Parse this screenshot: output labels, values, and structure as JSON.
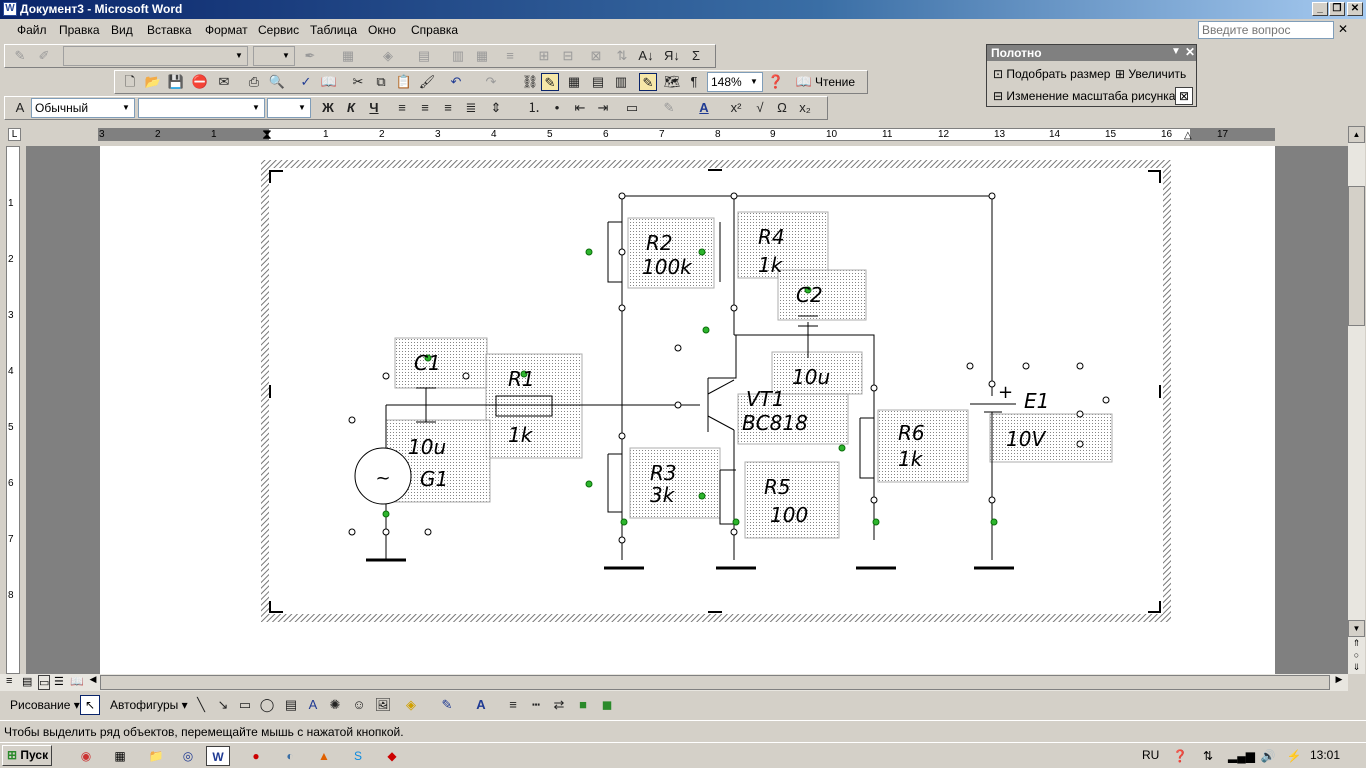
{
  "window": {
    "title": "Документ3 - Microsoft Word",
    "app_icon": "W"
  },
  "menu": {
    "items": [
      "Файл",
      "Правка",
      "Вид",
      "Вставка",
      "Формат",
      "Сервис",
      "Таблица",
      "Окно",
      "Справка"
    ],
    "ask_placeholder": "Введите вопрос"
  },
  "toolbar": {
    "zoom": "148%",
    "reading_label": "Чтение",
    "style": "Обычный",
    "bold": "Ж",
    "italic": "К",
    "underline": "Ч"
  },
  "canvas_panel": {
    "title": "Полотно",
    "fit_label": "Подобрать размер",
    "enlarge_label": "Увеличить",
    "scale_label": "Изменение масштаба рисунка"
  },
  "ruler": {
    "labels": [
      "3",
      "2",
      "1",
      "1",
      "2",
      "3",
      "4",
      "5",
      "6",
      "7",
      "8",
      "9",
      "10",
      "11",
      "12",
      "13",
      "14",
      "15",
      "16",
      "17"
    ],
    "vlabels": [
      "1",
      "2",
      "3",
      "4",
      "5",
      "6",
      "7",
      "8"
    ]
  },
  "circuit": {
    "labels": {
      "r2": "R2",
      "r2v": "100k",
      "r4": "R4",
      "r4v": "1k",
      "c2": "C2",
      "c2v": "10u",
      "c1": "C1",
      "c1v": "10u",
      "r1": "R1",
      "r1v": "1k",
      "g1": "G1",
      "vt1": "VT1",
      "vt1v": "BC818",
      "r3": "R3",
      "r3v": "3k",
      "r5": "R5",
      "r5v": "100",
      "r6": "R6",
      "r6v": "1k",
      "e1": "E1",
      "e1v": "10V",
      "plus": "+"
    }
  },
  "drawing": {
    "draw_label": "Рисование",
    "autoshapes_label": "Автофигуры"
  },
  "status": {
    "text": "Чтобы выделить ряд объектов, перемещайте мышь с нажатой кнопкой."
  },
  "taskbar": {
    "start": "Пуск",
    "lang": "RU",
    "time": "13:01"
  }
}
